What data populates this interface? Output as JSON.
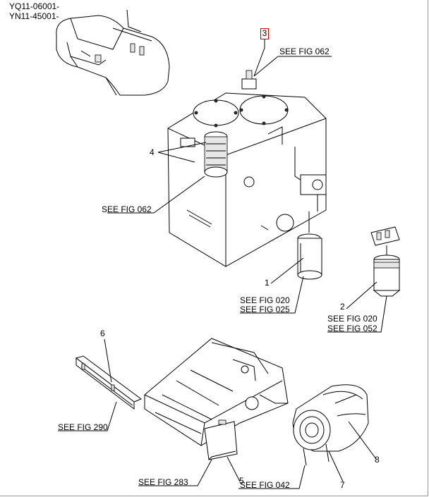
{
  "serials": [
    "YQ11-06001-",
    "YN11-45001-"
  ],
  "callouts": {
    "fig062_top": "SEE FIG 062",
    "fig062_left": "SEE FIG 062",
    "fig020_a": "SEE FIG 020",
    "fig025": "SEE FIG 025",
    "fig020_b": "SEE FIG 020",
    "fig052": "SEE FIG 052",
    "fig290": "SEE FIG 290",
    "fig283": "SEE FIG 283",
    "fig042": "SEE FIG 042"
  },
  "item_numbers": {
    "n1": "1",
    "n2": "2",
    "n3": "3",
    "n4": "4",
    "n5": "5",
    "n6": "6",
    "n7": "7",
    "n8": "8"
  },
  "colors": {
    "line": "#000000",
    "highlight_box": "#cc0000",
    "background": "#ffffff"
  }
}
